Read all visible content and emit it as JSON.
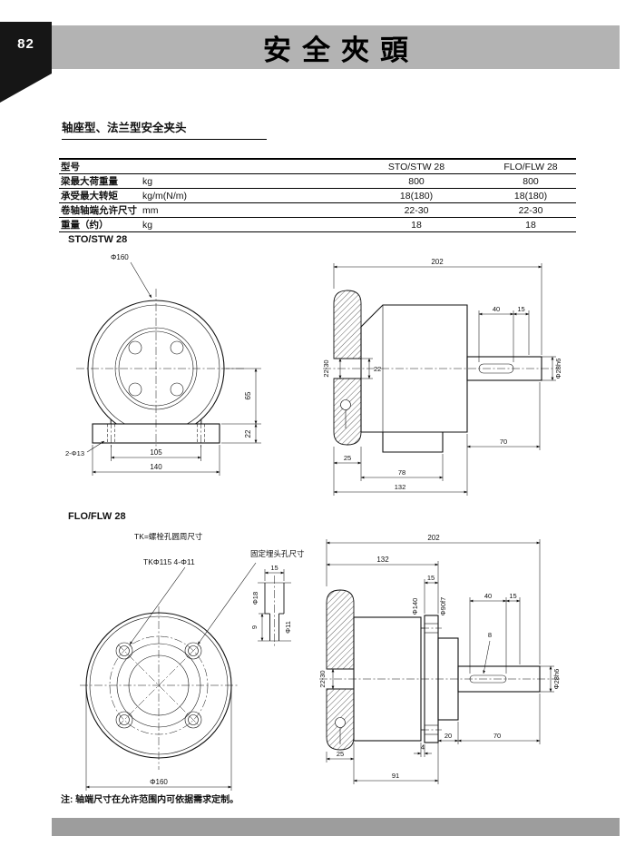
{
  "page": {
    "number": "82",
    "banner_title": "安全夾頭",
    "section_title": "轴座型、法兰型安全夹头",
    "footnote": "注: 轴端尺寸在允许范围内可依据需求定制。"
  },
  "colors": {
    "banner": "#b3b3b3",
    "footer": "#9d9d9d",
    "tab": "#161616",
    "ink": "#111111"
  },
  "spec_table": {
    "model_header": "型号",
    "model1": "STO/STW 28",
    "model2": "FLO/FLW 28",
    "rows": [
      {
        "label": "梁最大荷重量",
        "unit": "kg",
        "v1": "800",
        "v2": "800"
      },
      {
        "label": "承受最大转矩",
        "unit": "kg/m(N/m)",
        "v1": "18(180)",
        "v2": "18(180)"
      },
      {
        "label": "卷轴轴端允许尺寸",
        "unit": "mm",
        "v1": "22-30",
        "v2": "22-30"
      },
      {
        "label": "重量（约）",
        "unit": "kg",
        "v1": "18",
        "v2": "18"
      }
    ]
  },
  "drawing_sto": {
    "title": "STO/STW 28",
    "front": {
      "dia": "Φ160",
      "holes": "2-Φ13",
      "w_inner": "105",
      "w_outer": "140",
      "h_center": "65",
      "h_base": "22"
    },
    "side": {
      "len_total": "202",
      "key_len": "40",
      "key_end": "15",
      "shaft_dia": "Φ28h6",
      "slot_range": "22-30",
      "slot_w": "22",
      "plate_t": "25",
      "body_l": "78",
      "len_132": "132",
      "shaft_l": "70"
    }
  },
  "drawing_flo": {
    "title": "FLO/FLW 28",
    "front": {
      "tk_note": "TK=螺栓孔圆周尺寸",
      "tk_spec": "TKΦ115 4-Φ11",
      "dia": "Φ160"
    },
    "detail": {
      "title": "固定埋头孔尺寸",
      "w_top": "15",
      "dia_outer": "Φ18",
      "dia_inner": "Φ11",
      "depth": "9"
    },
    "side": {
      "len_total": "202",
      "len_132": "132",
      "flange_t": "15",
      "flange_dia": "Φ140",
      "hub_dia": "Φ90f7",
      "key_len": "40",
      "key_end": "15",
      "key_w": "8",
      "shaft_dia": "Φ28h6",
      "slot_range": "22-30",
      "plate_t": "25",
      "gap": "4",
      "hub_l": "20",
      "shaft_l": "70",
      "body_l": "91"
    }
  }
}
